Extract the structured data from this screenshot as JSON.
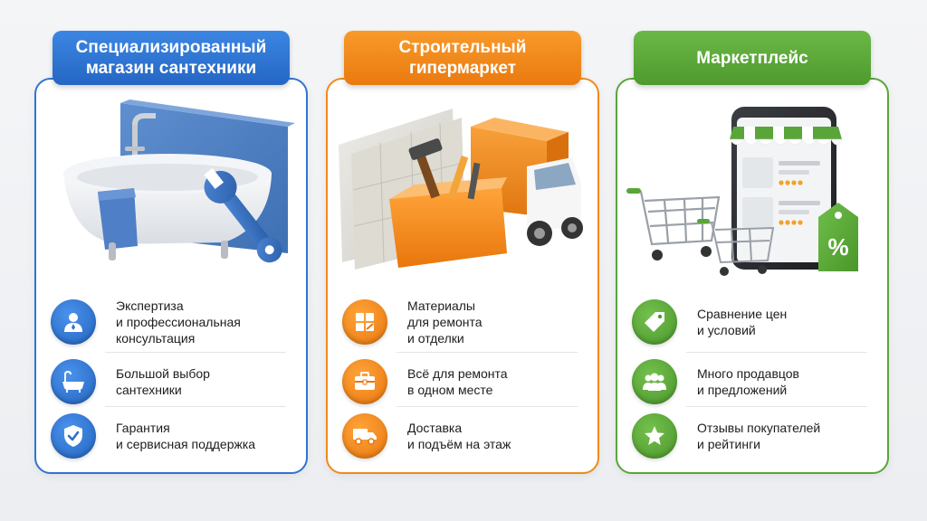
{
  "columns": [
    {
      "id": "blue",
      "title": "Специализированный\nмагазин сантехники",
      "accent": "#2f74d0",
      "features": [
        {
          "icon": "consultant-icon",
          "text": "Экспертиза\nи профессиональная\nконсультация"
        },
        {
          "icon": "bathtub-icon",
          "text": "Большой выбор\nсантехники"
        },
        {
          "icon": "shield-check-icon",
          "text": "Гарантия\nи сервисная поддержка"
        }
      ]
    },
    {
      "id": "orange",
      "title": "Строительный\nгипермаркет",
      "accent": "#f08a1c",
      "features": [
        {
          "icon": "tiles-icon",
          "text": "Материалы\nдля ремонта\nи отделки"
        },
        {
          "icon": "toolbox-icon",
          "text": "Всё для ремонта\nв одном месте"
        },
        {
          "icon": "truck-icon",
          "text": "Доставка\nи подъём на этаж"
        }
      ]
    },
    {
      "id": "green",
      "title": "Маркетплейс",
      "accent": "#5aa53a",
      "features": [
        {
          "icon": "price-tag-icon",
          "text": "Сравнение цен\nи условий"
        },
        {
          "icon": "people-icon",
          "text": "Много продавцов\nи предложений"
        },
        {
          "icon": "star-icon",
          "text": "Отзывы покупателей\nи рейтинги"
        }
      ]
    }
  ],
  "illustrations": {
    "marketplace_discount_tag": "%"
  }
}
